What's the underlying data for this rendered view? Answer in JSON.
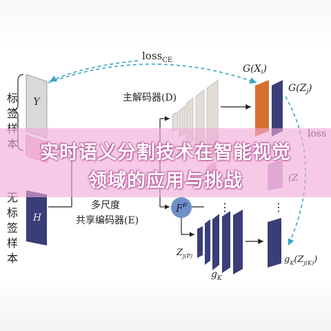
{
  "diagram": {
    "left_labels": {
      "labeled": "标签样本",
      "unlabeled": "无标签样本"
    },
    "inputs": {
      "labeled_symbol": "Y",
      "unlabeled_symbol": "H"
    },
    "loss_top": {
      "base": "loss",
      "sub": "CE"
    },
    "loss_right": "loss",
    "decoder_label": "主解码器(D)",
    "encoder_label_line1": "多尺度",
    "encoder_label_line2": "共享编码器(E)",
    "feature": {
      "base": "F",
      "sup": "p"
    },
    "g_xi": {
      "base": "G(X",
      "sub": "i",
      "close": ")"
    },
    "g_zj": {
      "base": "G(Z",
      "sub": "j",
      "close": ")"
    },
    "z_jp": {
      "base": "Z",
      "sub": "j(P)"
    },
    "g_k": {
      "base": "g",
      "sub": "K"
    },
    "gk_zjk": {
      "base": "g",
      "sub": "K",
      "mid": "(Z",
      "sub2": "j(K)",
      "close": ")"
    },
    "dots": "⋮",
    "partial_z": "(Z",
    "colors": {
      "pink_block": "#f1bcd7",
      "navy_block": "#3a3e78",
      "orange_block": "#d7702f",
      "feature_circle": "#6e8fc7",
      "dashed_arrow": "#3aa4c4"
    }
  },
  "banner": {
    "line1": "实时语义分割技术在智能视觉",
    "line2": "领域的应用与挑战"
  }
}
